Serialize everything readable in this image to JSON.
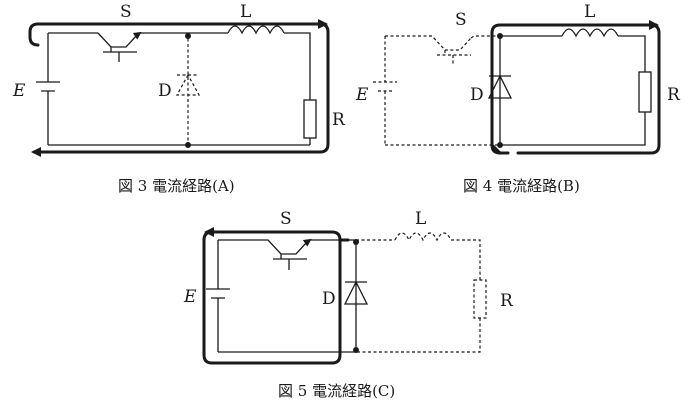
{
  "labels": {
    "switch": "S",
    "inductor": "L",
    "diode": "D",
    "resistor": "R",
    "source": "E"
  },
  "captions": {
    "fig3": "図 3  電流経路(A)",
    "fig4": "図 4  電流経路(B)",
    "fig5": "図 5  電流経路(C)"
  }
}
